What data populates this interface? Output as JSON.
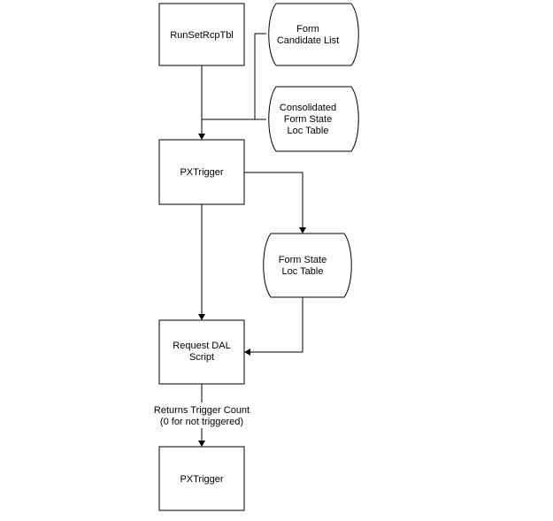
{
  "nodes": {
    "run_set": {
      "label": "RunSetRcpTbl"
    },
    "form_candidate": {
      "lines": [
        "Form",
        "Candidate List"
      ]
    },
    "consolidated": {
      "lines": [
        "Consolidated",
        "Form State",
        "Loc Table"
      ]
    },
    "pxtrigger_top": {
      "label": "PXTrigger"
    },
    "form_state": {
      "lines": [
        "Form State",
        "Loc Table"
      ]
    },
    "request_dal": {
      "lines": [
        "Request DAL",
        "Script"
      ]
    },
    "pxtrigger_bottom": {
      "label": "PXTrigger"
    }
  },
  "edge_labels": {
    "returns": {
      "lines": [
        "Returns Trigger Count",
        "(0 for not triggered)"
      ]
    }
  }
}
